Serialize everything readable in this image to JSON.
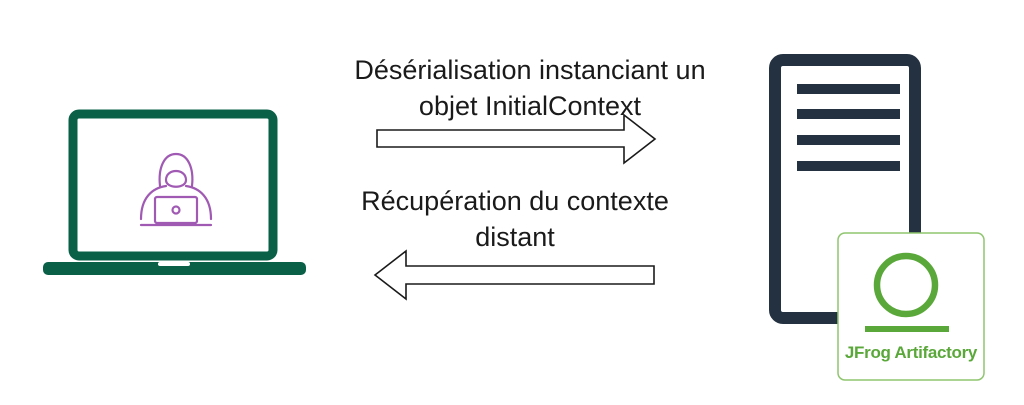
{
  "diagram": {
    "request_label": {
      "line1": "Désérialisation instanciant un",
      "line2": "objet InitialContext"
    },
    "response_label": {
      "line1": "Récupération du contexte",
      "line2": "distant"
    },
    "server_badge": {
      "name": "JFrog Artifactory",
      "icon": "jfrog-artifactory-logo"
    },
    "client_icon": "laptop-icon",
    "attacker_icon": "hooded-hacker-icon",
    "server_icon": "server-tower-icon"
  },
  "colors": {
    "laptop": "#0a6047",
    "hacker": "#a05ab3",
    "server": "#243141",
    "jfrog_green": "#5aa83a",
    "arrow_stroke": "#1a1a1a"
  }
}
